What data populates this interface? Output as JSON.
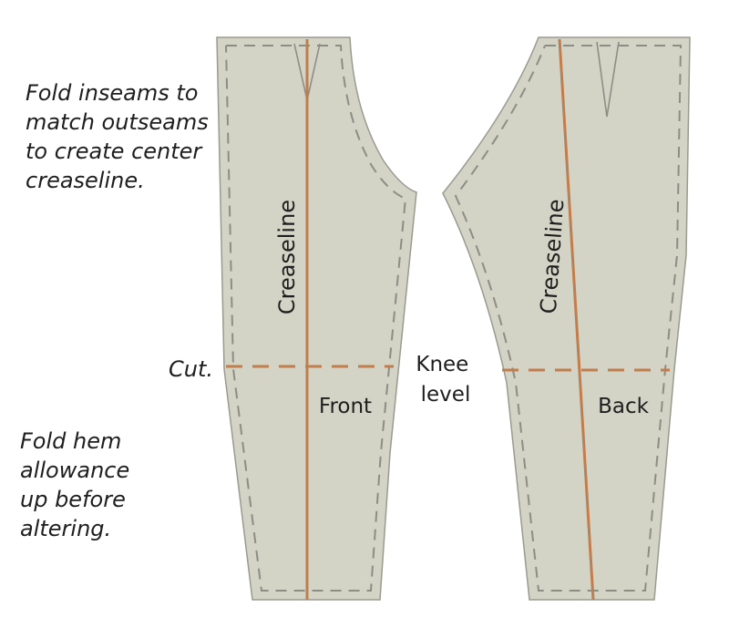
{
  "notes": {
    "fold_inseams": [
      "Fold inseams to",
      "match outseams",
      "to create center",
      "creaseline."
    ],
    "fold_hem": [
      "Fold hem",
      "allowance",
      "up before",
      "altering."
    ],
    "cut": "Cut.",
    "knee_level": [
      "Knee",
      "level"
    ]
  },
  "front_piece": {
    "name": "Front",
    "creaseline_label": "Creaseline"
  },
  "back_piece": {
    "name": "Back",
    "creaseline_label": "Creaseline"
  },
  "colors": {
    "fabric": "#d3d3c6",
    "outline": "#9a9a90",
    "seam_allowance": "#8d8d85",
    "crease_and_cut": "#c07d4e",
    "text": "#1e1e1e"
  }
}
